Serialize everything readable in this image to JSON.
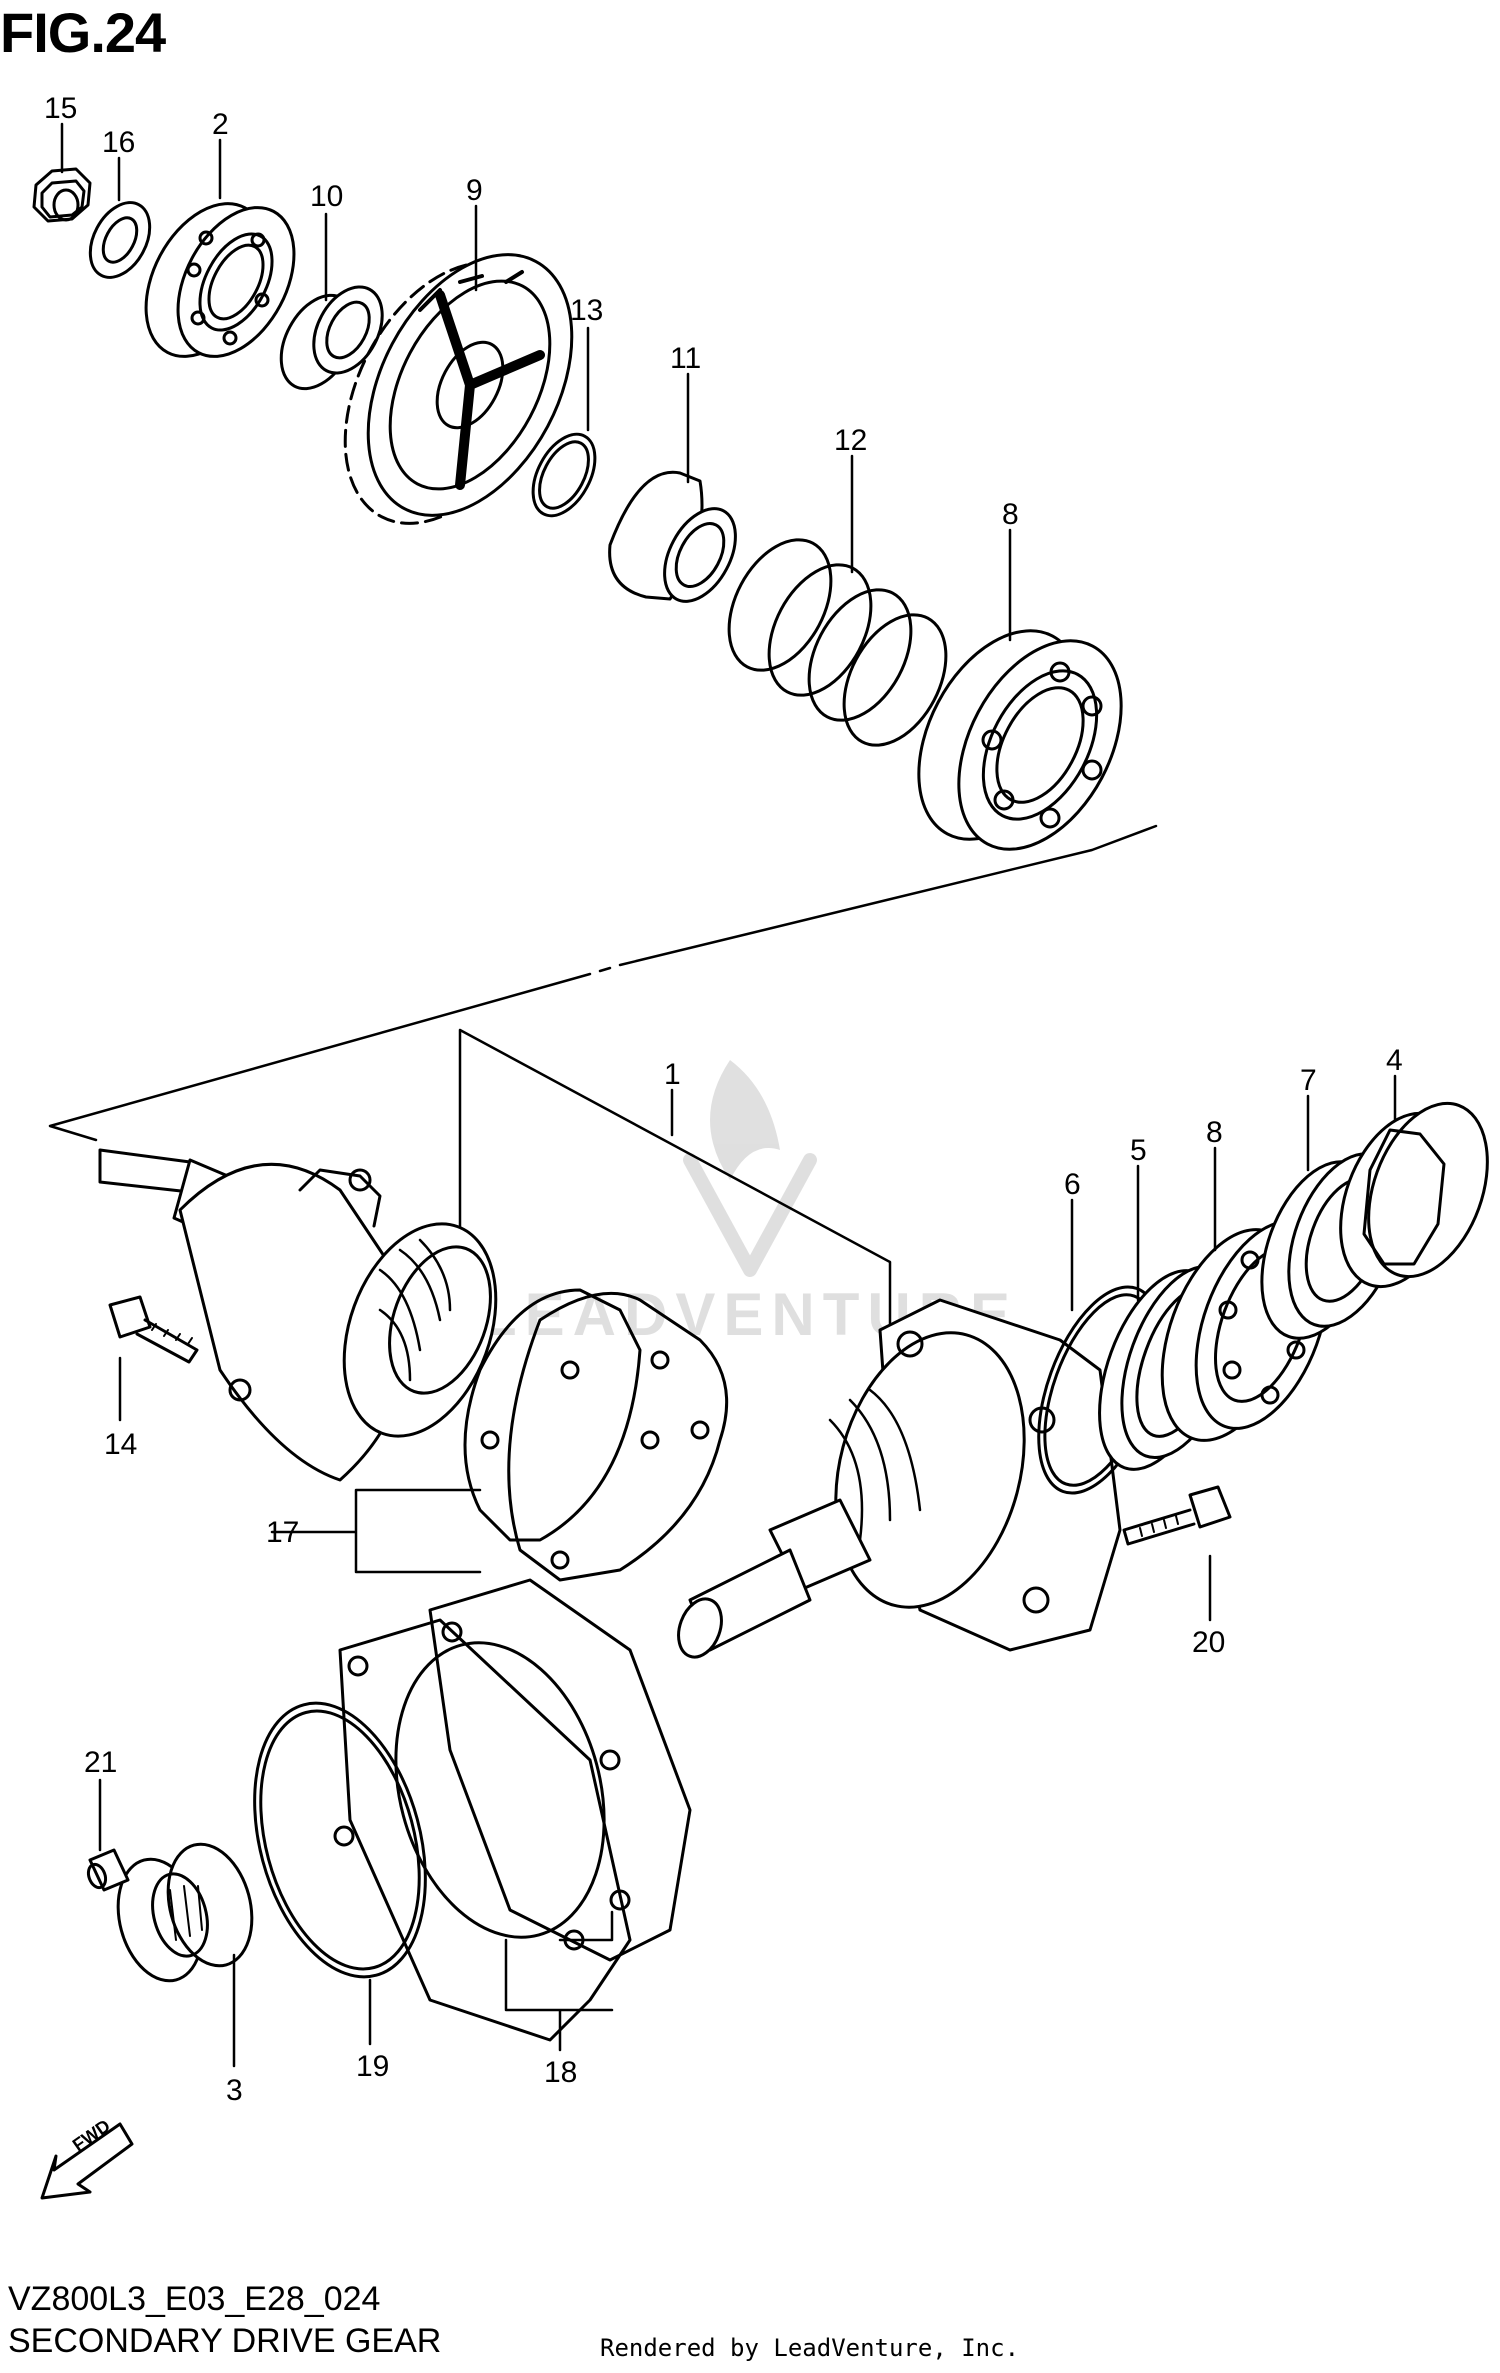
{
  "figure": {
    "title": "FIG.24"
  },
  "footer": {
    "code": "VZ800L3_E03_E28_024",
    "name": "SECONDARY DRIVE GEAR",
    "credit": "Rendered by LeadVenture, Inc."
  },
  "watermark": {
    "text": "LEADVENTURE"
  },
  "fwd_marker": {
    "text": "FWD"
  },
  "callouts": {
    "c1": "1",
    "c2": "2",
    "c3": "3",
    "c4": "4",
    "c5": "5",
    "c6": "6",
    "c7": "7",
    "c8a": "8",
    "c8b": "8",
    "c9": "9",
    "c10": "10",
    "c11": "11",
    "c12": "12",
    "c13": "13",
    "c14": "14",
    "c15": "15",
    "c16": "16",
    "c17": "17",
    "c18": "18",
    "c19": "19",
    "c20": "20",
    "c21": "21"
  }
}
